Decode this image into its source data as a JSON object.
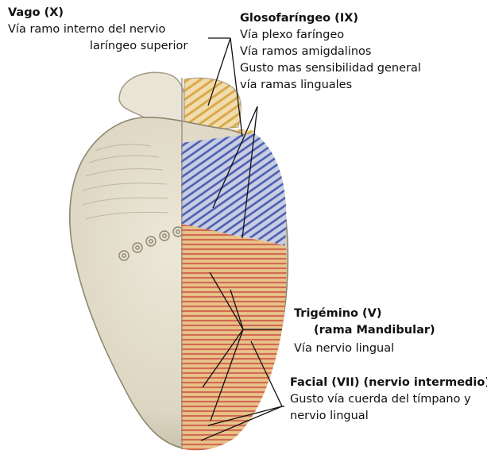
{
  "labels": {
    "vago": {
      "title": "Vago (X)",
      "lines": [
        "Vía ramo interno del nervio",
        "laríngeo superior"
      ]
    },
    "glosofaringeo": {
      "title": "Glosofaríngeo (IX)",
      "lines": [
        "Vía plexo faríngeo",
        "Vía ramos amigdalinos",
        "Gusto mas sensibilidad general",
        "vía ramas linguales"
      ]
    },
    "trigemino": {
      "title": "Trigémino (V)",
      "title2": "(rama Mandibular)",
      "lines": [
        "Vía nervio lingual"
      ]
    },
    "facial": {
      "title": "Facial (VII) (nervio intermedio)",
      "lines": [
        "Gusto vía cuerda del tímpano y",
        "nervio lingual"
      ]
    }
  },
  "colors": {
    "vago_hatch": "#d9a94a",
    "glosofaringeo_hatch": "#4a5fb0",
    "trigemino_hatch": "#d26a55",
    "facial_hatch": "#d9b24a",
    "tongue": "#e6e0cf",
    "leader_line": "#111111"
  }
}
